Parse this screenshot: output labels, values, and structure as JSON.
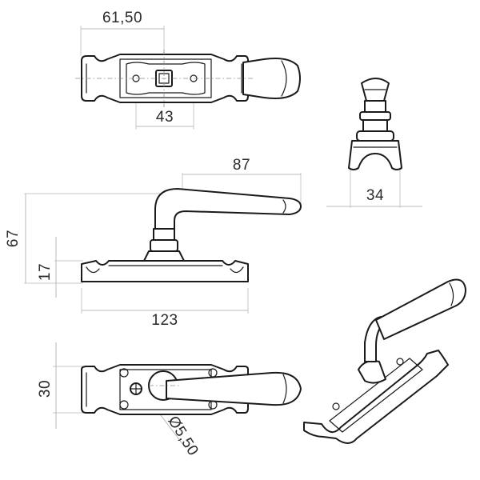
{
  "dimensions": {
    "top_width": "61,50",
    "hole_spacing": "43",
    "handle_length": "87",
    "side_width": "34",
    "total_height": "67",
    "base_height": "17",
    "total_length": "123",
    "bottom_height": "30",
    "spindle_diameter": "Ø5,50"
  }
}
